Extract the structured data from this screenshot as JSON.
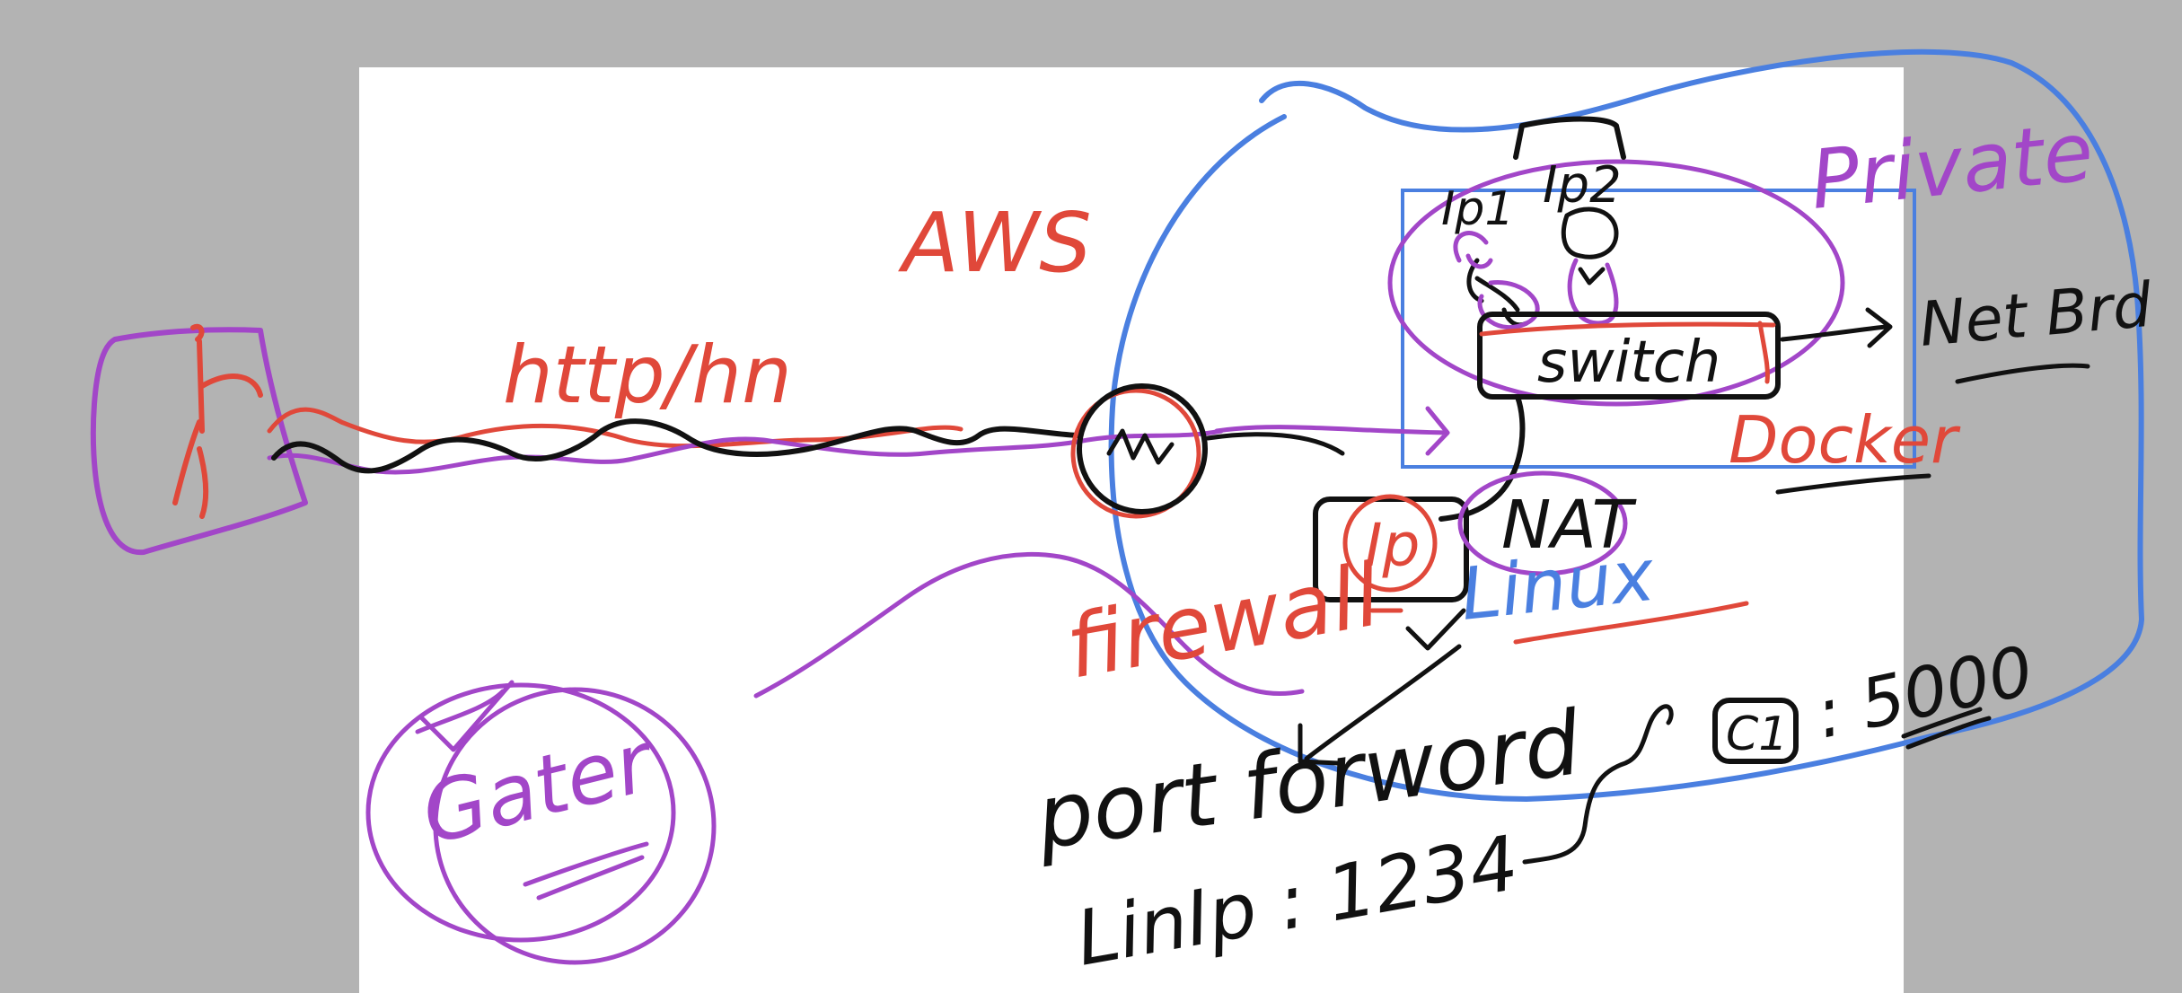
{
  "colors": {
    "background": "#b3b3b3",
    "canvas": "#ffffff",
    "ink_black": "#111111",
    "ink_red": "#e0483a",
    "ink_purple": "#a246c8",
    "ink_blue": "#4a7fe0"
  },
  "labels": {
    "aws": "AWS",
    "http": "http/hn",
    "firewall": "firewall",
    "private": "Private",
    "ip1": "Ip1",
    "ip2": "Ip2",
    "switch": "switch",
    "docker": "Docker",
    "net_brd": "Net Brd",
    "nat": "NAT",
    "linux": "Linux",
    "ip_box": "Ip",
    "port_forward": "port forword",
    "lin_ip": "LinIp : 1234",
    "c1": "C1",
    "c1_port": ": 5000",
    "gater": "Gater"
  }
}
